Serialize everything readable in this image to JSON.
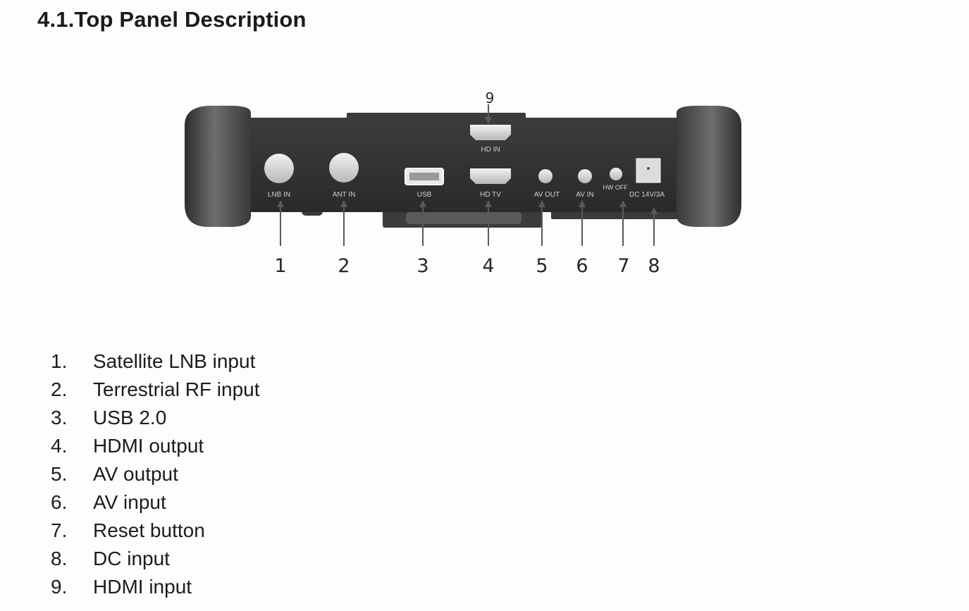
{
  "section": {
    "title": "4.1.Top Panel Description"
  },
  "figure": {
    "port_labels": {
      "lnb": "LNB  IN",
      "ant": "ANT  IN",
      "usb": "USB",
      "hd_in": "HD   IN",
      "hd_tv": "HD   TV",
      "av_out": "AV   OUT",
      "av_in": "AV   IN",
      "hw_off": "HW  OFF",
      "dc": "DC  14V/3A"
    },
    "callouts": [
      "1",
      "2",
      "3",
      "4",
      "5",
      "6",
      "7",
      "8",
      "9"
    ]
  },
  "items": [
    {
      "num": "1.",
      "text": "Satellite LNB input"
    },
    {
      "num": "2.",
      "text": "Terrestrial RF input"
    },
    {
      "num": "3.",
      "text": "USB 2.0"
    },
    {
      "num": "4.",
      "text": "HDMI output"
    },
    {
      "num": "5.",
      "text": "AV output"
    },
    {
      "num": "6.",
      "text": "AV input"
    },
    {
      "num": "7.",
      "text": "Reset button"
    },
    {
      "num": "8.",
      "text": "DC input"
    },
    {
      "num": "9.",
      "text": "HDMI input"
    }
  ]
}
